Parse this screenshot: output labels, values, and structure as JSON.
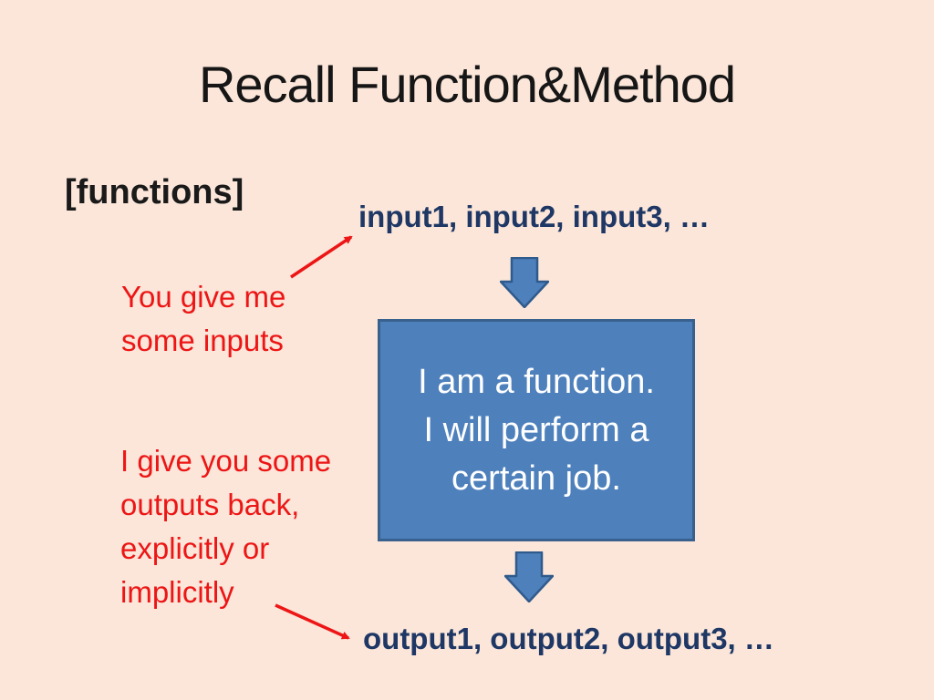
{
  "slide": {
    "title": "Recall Function&Method",
    "functions_label": "[functions]"
  },
  "diagram": {
    "inputs_text": "input1, input2, input3, …",
    "outputs_text": "output1, output2, output3, …",
    "function_box": {
      "line1": "I am a function.",
      "line2": "I will perform a",
      "line3": "certain job."
    }
  },
  "notes": {
    "give_inputs": {
      "line1": "You give me",
      "line2": "some inputs"
    },
    "give_outputs": {
      "line1": "I give you some",
      "line2": "outputs back,",
      "line3": "explicitly or",
      "line4": "implicitly"
    }
  },
  "colors": {
    "background": "#fbe6d9",
    "title_text": "#161616",
    "io_text_navy": "#1e3765",
    "annotation_red": "#ed1515",
    "box_fill": "#4e80bc",
    "box_border": "#38618e",
    "box_text": "#ffffff"
  }
}
